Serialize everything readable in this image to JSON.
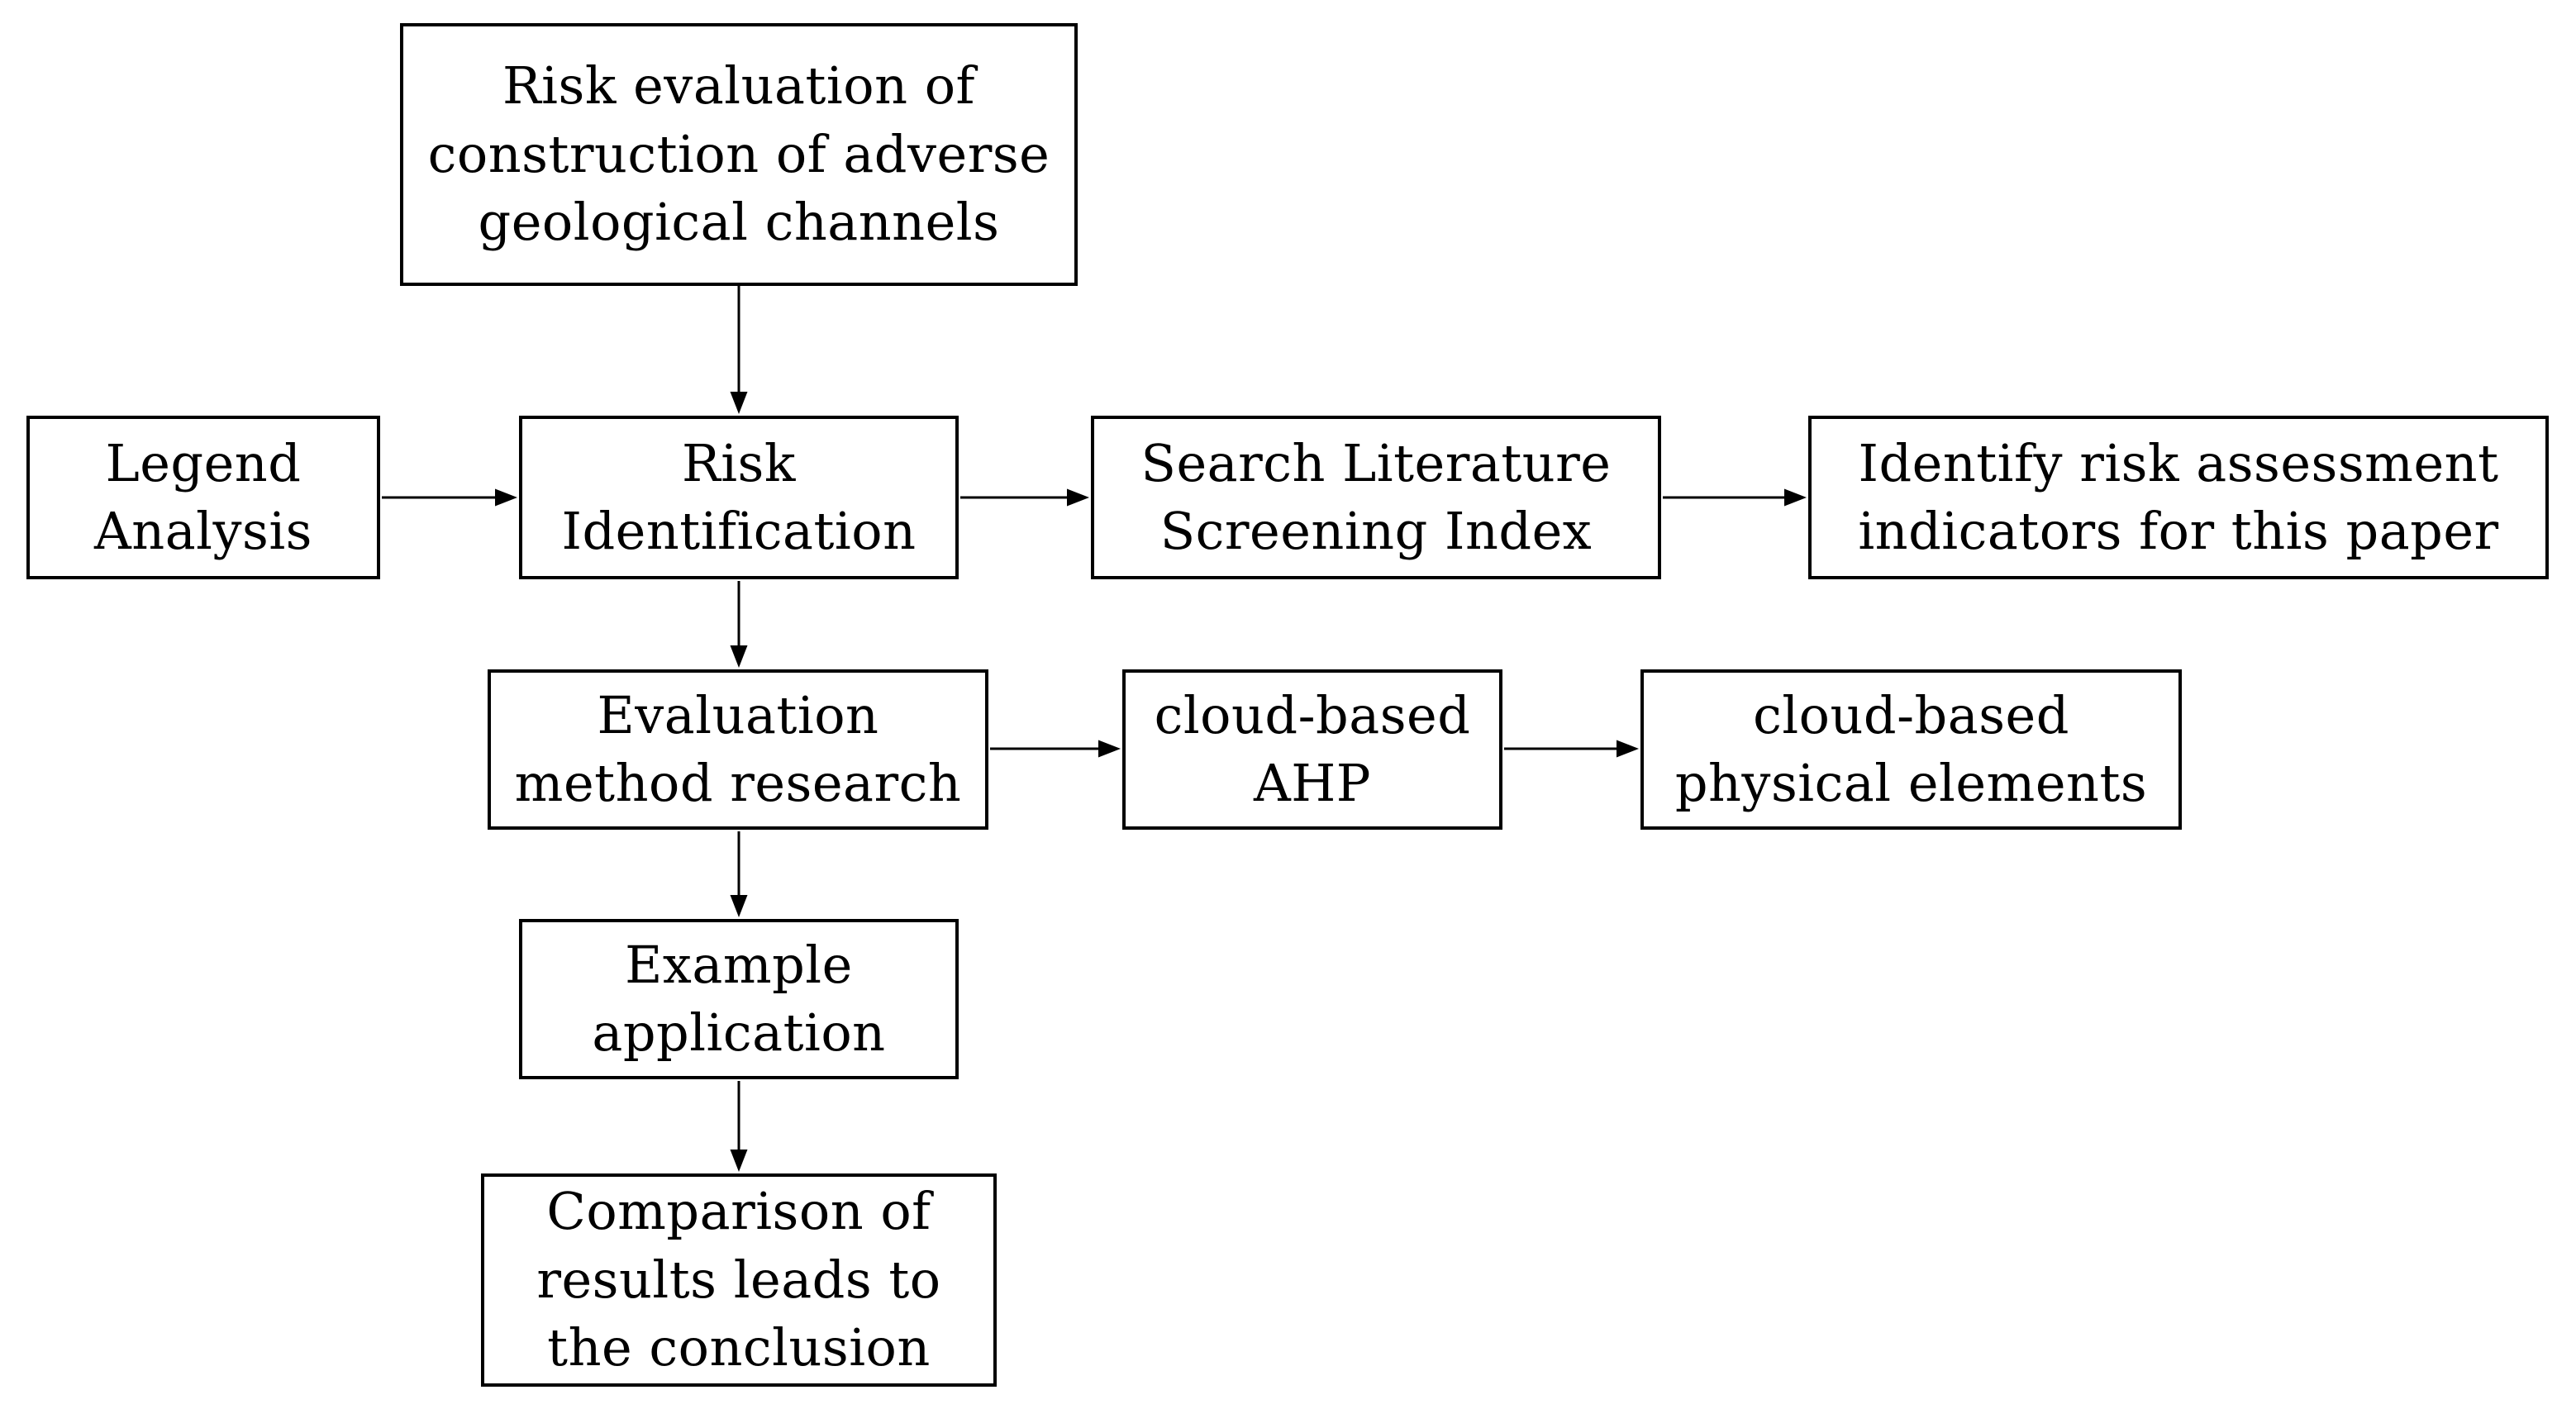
{
  "diagram": {
    "type": "flowchart",
    "background_color": "#ffffff",
    "box_fill_color": "#ffffff",
    "box_border_color": "#000000",
    "text_color": "#000000",
    "arrow_color": "#000000",
    "nodes": {
      "top": {
        "label": "Risk evaluation of\nconstruction of adverse\ngeological channels"
      },
      "legend_analysis": {
        "label": "Legend\nAnalysis"
      },
      "risk_identification": {
        "label": "Risk\nIdentification"
      },
      "search_literature": {
        "label": "Search Literature\nScreening Index"
      },
      "identify_indicators": {
        "label": "Identify risk assessment\nindicators for this paper"
      },
      "evaluation_method": {
        "label": "Evaluation\nmethod research"
      },
      "cloud_ahp": {
        "label": "cloud-based\nAHP"
      },
      "cloud_physical": {
        "label": "cloud-based\nphysical elements"
      },
      "example_application": {
        "label": "Example\napplication"
      },
      "comparison_conclusion": {
        "label": "Comparison of\nresults leads to\nthe conclusion"
      }
    },
    "edges": [
      {
        "from": "top",
        "to": "risk_identification",
        "direction": "down"
      },
      {
        "from": "legend_analysis",
        "to": "risk_identification",
        "direction": "right"
      },
      {
        "from": "risk_identification",
        "to": "search_literature",
        "direction": "right"
      },
      {
        "from": "search_literature",
        "to": "identify_indicators",
        "direction": "right"
      },
      {
        "from": "risk_identification",
        "to": "evaluation_method",
        "direction": "down"
      },
      {
        "from": "evaluation_method",
        "to": "cloud_ahp",
        "direction": "right"
      },
      {
        "from": "cloud_ahp",
        "to": "cloud_physical",
        "direction": "right"
      },
      {
        "from": "evaluation_method",
        "to": "example_application",
        "direction": "down"
      },
      {
        "from": "example_application",
        "to": "comparison_conclusion",
        "direction": "down"
      }
    ]
  }
}
